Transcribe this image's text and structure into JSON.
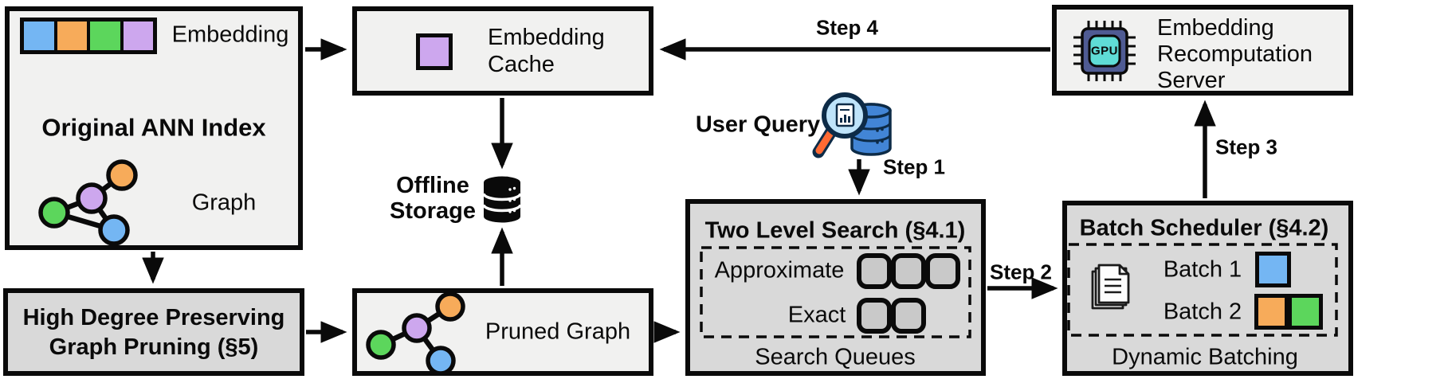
{
  "palette": {
    "blue": "#74b6f3",
    "orange": "#f7ab5a",
    "green": "#5cd65c",
    "purple": "#cda7ee",
    "box_light": "#f1f1f0",
    "box_dark": "#d9d9d9",
    "queue_fill": "#c9c9c9",
    "line": "#0a0a0a",
    "db_blue": "#4285d6",
    "db_dark": "#0d2b47",
    "lens_blue": "#bfe4fa",
    "handle_orange": "#ff6a33",
    "chip_body": "#4f5b93",
    "chip_core": "#5fdcd6"
  },
  "nodes": {
    "original_index": {
      "title": "Original ANN Index",
      "embedding_label": "Embedding",
      "graph_label": "Graph",
      "embedding_cells": [
        "blue",
        "orange",
        "green",
        "purple"
      ]
    },
    "graph_pruning": {
      "line1": "High Degree Preserving",
      "line2": "Graph Pruning (§5)"
    },
    "embedding_cache": {
      "line1": "Embedding",
      "line2": "Cache"
    },
    "offline_storage": {
      "line1": "Offline",
      "line2": "Storage"
    },
    "pruned_graph": {
      "label": "Pruned Graph"
    },
    "user_query": {
      "label": "User Query"
    },
    "two_level_search": {
      "title": "Two Level Search (§4.1)",
      "row1": "Approximate",
      "row2": "Exact",
      "caption": "Search Queues",
      "row1_slots": 3,
      "row2_slots": 2
    },
    "batch_scheduler": {
      "title": "Batch Scheduler (§4.2)",
      "row1": "Batch 1",
      "row2": "Batch 2",
      "caption": "Dynamic Batching",
      "batch1_colors": [
        "blue"
      ],
      "batch2_colors": [
        "orange",
        "green"
      ]
    },
    "recomputation_server": {
      "line1": "Embedding",
      "line2": "Recomputation",
      "line3": "Server",
      "chip_label": "GPU"
    }
  },
  "steps": {
    "step1": "Step 1",
    "step2": "Step 2",
    "step3": "Step 3",
    "step4": "Step 4"
  },
  "icons": {
    "user_query": "magnifier-database-icon",
    "offline_storage": "database-icon",
    "recomputation_server": "gpu-chip-icon",
    "batch_scheduler": "documents-icon"
  }
}
